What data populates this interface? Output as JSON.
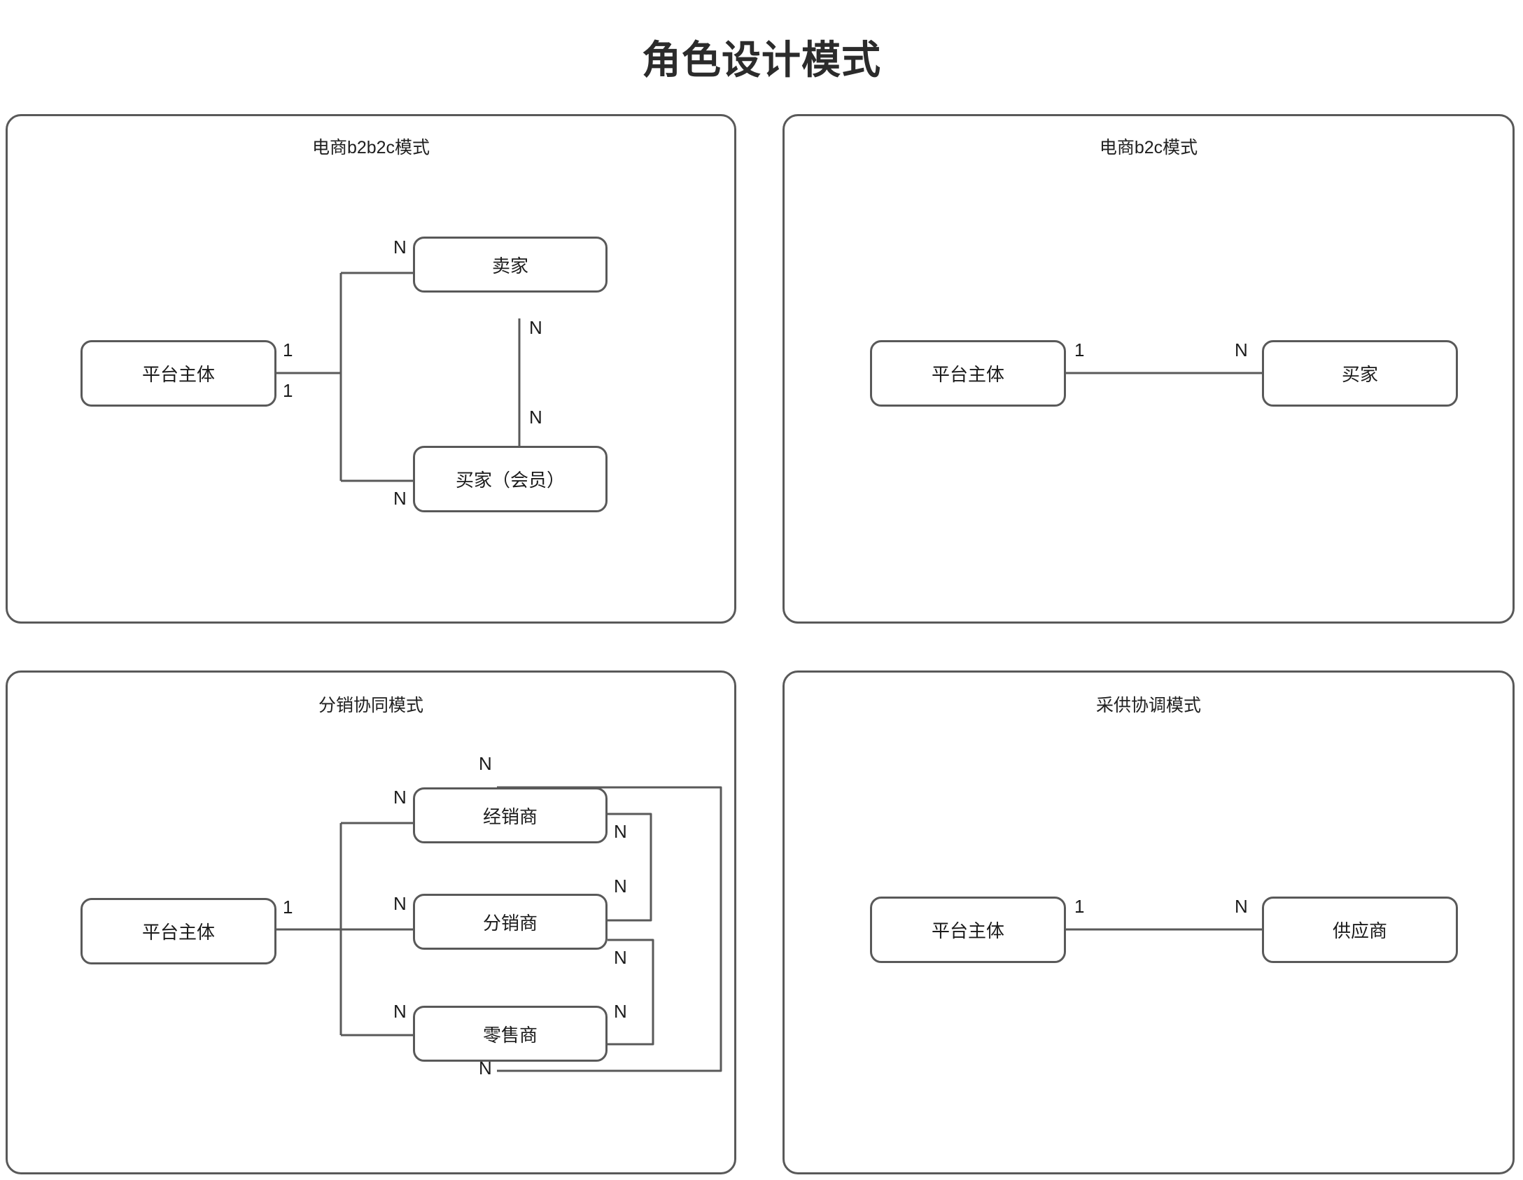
{
  "title": "角色设计模式",
  "panels": [
    {
      "id": "b2b2c",
      "title": "电商b2b2c模式",
      "nodes": [
        {
          "name": "平台主体"
        },
        {
          "name": "卖家"
        },
        {
          "name": "买家（会员）"
        }
      ],
      "relations": [
        {
          "from": "平台主体",
          "to": "卖家",
          "from_card": "1",
          "to_card": "N"
        },
        {
          "from": "平台主体",
          "to": "买家（会员）",
          "from_card": "1",
          "to_card": "N"
        },
        {
          "from": "卖家",
          "to": "买家（会员）",
          "from_card": "N",
          "to_card": "N"
        }
      ],
      "edge_labels": [
        "N",
        "1",
        "1",
        "N",
        "N",
        "N"
      ]
    },
    {
      "id": "b2c",
      "title": "电商b2c模式",
      "nodes": [
        {
          "name": "平台主体"
        },
        {
          "name": "买家"
        }
      ],
      "relations": [
        {
          "from": "平台主体",
          "to": "买家",
          "from_card": "1",
          "to_card": "N"
        }
      ],
      "edge_labels": [
        "1",
        "N"
      ]
    },
    {
      "id": "dist",
      "title": "分销协同模式",
      "nodes": [
        {
          "name": "平台主体"
        },
        {
          "name": "经销商"
        },
        {
          "name": "分销商"
        },
        {
          "name": "零售商"
        }
      ],
      "relations": [
        {
          "from": "平台主体",
          "to": "经销商",
          "from_card": "1",
          "to_card": "N"
        },
        {
          "from": "平台主体",
          "to": "分销商",
          "from_card": "1",
          "to_card": "N"
        },
        {
          "from": "平台主体",
          "to": "零售商",
          "from_card": "1",
          "to_card": "N"
        },
        {
          "from": "经销商",
          "to": "分销商",
          "from_card": "N",
          "to_card": "N"
        },
        {
          "from": "分销商",
          "to": "零售商",
          "from_card": "N",
          "to_card": "N"
        },
        {
          "from": "经销商",
          "to": "零售商",
          "from_card": "N",
          "to_card": "N"
        }
      ],
      "edge_labels": [
        "N",
        "N",
        "1",
        "N",
        "N",
        "N",
        "N",
        "N",
        "N",
        "N"
      ]
    },
    {
      "id": "supply",
      "title": "采供协调模式",
      "nodes": [
        {
          "name": "平台主体"
        },
        {
          "name": "供应商"
        }
      ],
      "relations": [
        {
          "from": "平台主体",
          "to": "供应商",
          "from_card": "1",
          "to_card": "N"
        }
      ],
      "edge_labels": [
        "1",
        "N"
      ]
    }
  ],
  "labels": {
    "n": "N",
    "one": "1"
  },
  "colors": {
    "stroke": "#595959",
    "text": "#1b1b1b",
    "title": "#2b2b2b",
    "background": "#ffffff"
  },
  "p1": {
    "title": "电商b2b2c模式",
    "platform": "平台主体",
    "seller": "卖家",
    "buyer": "买家（会员）",
    "l_platform_seller": "1",
    "l_platform_buyer": "1",
    "l_seller_in": "N",
    "l_seller_down": "N",
    "l_buyer_up": "N",
    "l_buyer_in": "N"
  },
  "p2": {
    "title": "电商b2c模式",
    "platform": "平台主体",
    "buyer": "买家",
    "l_left": "1",
    "l_right": "N"
  },
  "p3": {
    "title": "分销协同模式",
    "platform": "平台主体",
    "dealer": "经销商",
    "distributor": "分销商",
    "retailer": "零售商",
    "l_platform": "1",
    "l_dealer_top": "N",
    "l_dealer_left": "N",
    "l_dealer_right": "N",
    "l_distributor_left": "N",
    "l_distributor_right_up": "N",
    "l_distributor_right_down": "N",
    "l_retailer_left": "N",
    "l_retailer_right": "N",
    "l_retailer_bottom": "N"
  },
  "p4": {
    "title": "采供协调模式",
    "platform": "平台主体",
    "supplier": "供应商",
    "l_left": "1",
    "l_right": "N"
  }
}
